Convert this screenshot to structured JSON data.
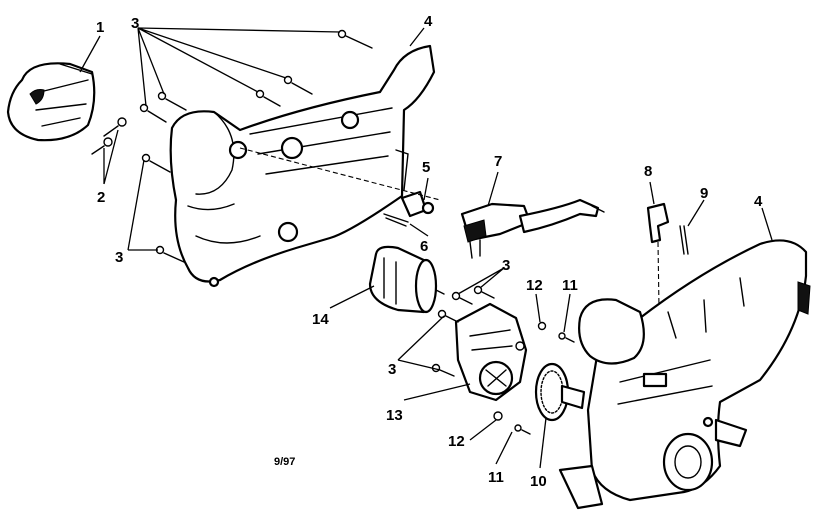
{
  "diagram": {
    "date_code": "9/97",
    "callouts": [
      "1",
      "2",
      "3",
      "3",
      "3",
      "3",
      "4",
      "4",
      "5",
      "6",
      "7",
      "8",
      "9",
      "10",
      "11",
      "11",
      "12",
      "12",
      "13",
      "14"
    ]
  }
}
